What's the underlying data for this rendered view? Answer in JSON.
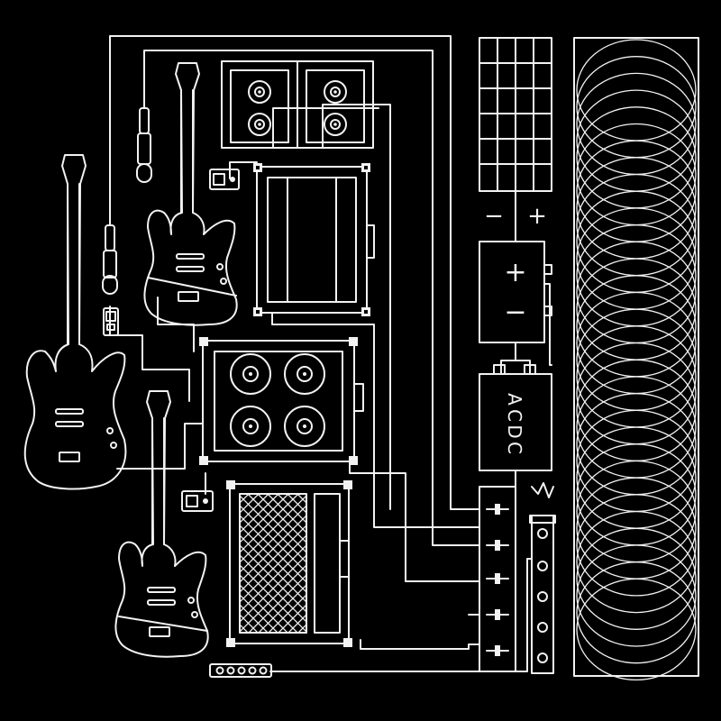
{
  "artwork": {
    "palette": {
      "background": "#000000",
      "line": "#f2f2f2"
    },
    "battery": {
      "plus": "+",
      "minus": "−"
    },
    "solar_panel": {
      "plus": "+",
      "minus": "−"
    },
    "power_unit": {
      "labels": [
        "A",
        "C",
        "D",
        "C"
      ]
    },
    "icons": [
      "electric-guitar-icon",
      "microphone-icon",
      "speaker-cabinet-icon",
      "amplifier-icon",
      "solar-panel-icon",
      "battery-icon",
      "effects-pedal-icon",
      "mixer-icon",
      "coil-icon"
    ]
  }
}
